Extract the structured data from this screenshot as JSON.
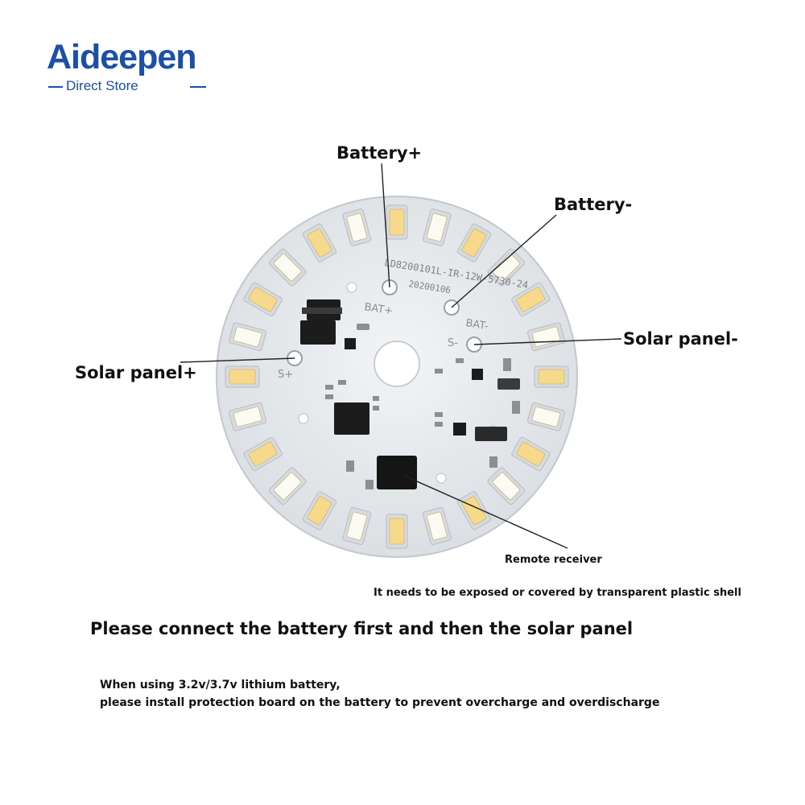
{
  "brand": {
    "name": "Aideepen",
    "tagline": "Direct Store",
    "colors": {
      "primary": "#1b4fa8",
      "accent": "#f5a623"
    }
  },
  "labels": {
    "battery_plus": "Battery+",
    "battery_minus": "Battery-",
    "solar_minus": "Solar panel-",
    "solar_plus": "Solar panel+",
    "remote_receiver": "Remote receiver",
    "exposure_note": "It needs to be exposed or covered by transparent plastic shell"
  },
  "board": {
    "part_number": "LD8200101L-IR-12W-5730-24",
    "date_code": "20200106",
    "pad_bat_plus": "BAT+",
    "pad_bat_minus": "BAT-",
    "pad_s_plus": "S+",
    "pad_s_minus": "S-",
    "colors": {
      "pcb": "#e9ecef",
      "led_warm": "#f7d98b",
      "led_cool": "#fbfbf4"
    }
  },
  "notes": {
    "main": "Please connect the battery first and then the solar panel",
    "battery_line1": "When using 3.2v/3.7v lithium battery,",
    "battery_line2": "please install protection board on the battery to prevent overcharge and overdischarge"
  }
}
